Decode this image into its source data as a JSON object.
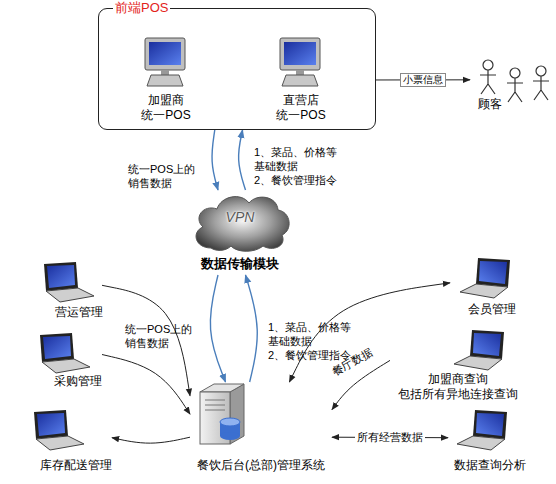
{
  "diagram": {
    "nodes": [
      {
        "text": [
          "前端POS"
        ]
      },
      {
        "text": [
          "加盟商 统一POS"
        ],
        "in": 0
      },
      {
        "text": [
          "直营店 统一POS"
        ],
        "in": 0
      },
      {
        "text": [
          "顾客"
        ]
      },
      {
        "text": [
          "VPN",
          "数据传输模块"
        ]
      },
      {
        "text": [
          "营运管理"
        ]
      },
      {
        "text": [
          "采购管理"
        ]
      },
      {
        "text": [
          "会员管理"
        ]
      },
      {
        "text": [
          "加盟商查询 包括所有异地连接查询"
        ]
      },
      {
        "text": [
          "库存配送管理"
        ]
      },
      {
        "text": [
          "餐饮后台(总部)管理系统"
        ]
      },
      {
        "text": [
          "数据查询分析"
        ]
      }
    ],
    "edges": [
      {
        "from": 0,
        "to": 3,
        "label": "小票信息",
        "arrow": "to"
      },
      {
        "from": 0,
        "to": 4,
        "label": "统一POS上的 销售数据",
        "arrow": "to"
      },
      {
        "from": 4,
        "to": 0,
        "label": "1、菜品、价格等 基础数据 2、餐饮管理指令",
        "arrow": "to"
      },
      {
        "from": 4,
        "to": 10,
        "label": "统一POS上的 销售数据",
        "arrow": "to"
      },
      {
        "from": 10,
        "to": 4,
        "label": "1、菜品、价格等 基础数据 2、餐饮管理指令",
        "arrow": "to"
      },
      {
        "from": 5,
        "to": 10,
        "arrow": "to"
      },
      {
        "from": 6,
        "to": 10,
        "arrow": "to"
      },
      {
        "from": 10,
        "to": 9,
        "arrow": "to"
      },
      {
        "from": 10,
        "to": 7,
        "arrow": "both"
      },
      {
        "from": 8,
        "to": 10,
        "label": "餐厅数据",
        "arrow": "to"
      },
      {
        "from": 10,
        "to": 11,
        "label": "所有经营数据",
        "arrow": "both"
      }
    ]
  }
}
